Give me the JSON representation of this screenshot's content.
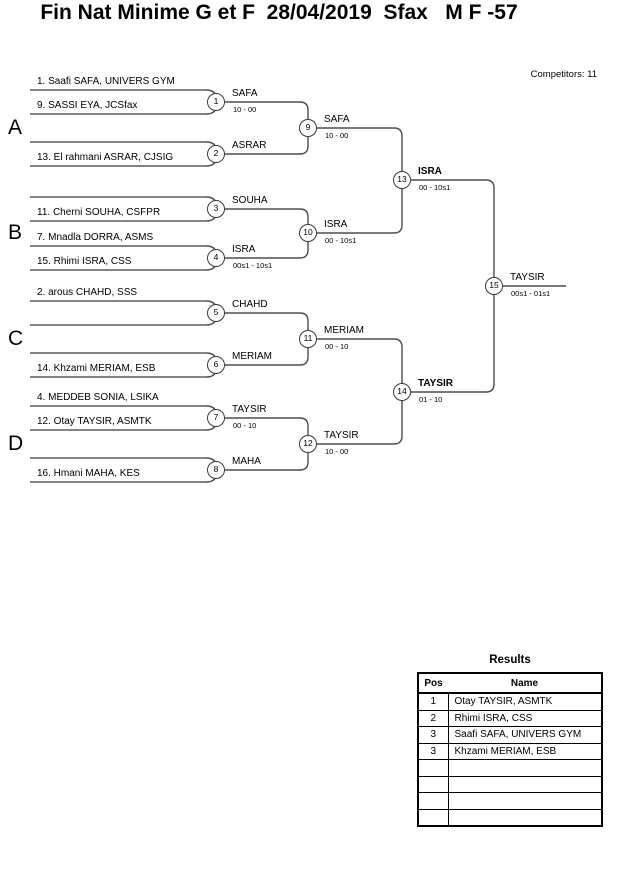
{
  "page": {
    "title": "Fin Nat Minime G et F  28/04/2019  Sfax   M F -57",
    "competitors": "Competitors: 11"
  },
  "groups": [
    "A",
    "B",
    "C",
    "D"
  ],
  "bracket": {
    "entries": [
      "1. Saafi SAFA, UNIVERS GYM",
      "9. SASSI EYA, JCSfax",
      "",
      "13. El rahmani ASRAR, CJSIG",
      "",
      "11. Cherni SOUHA, CSFPR",
      "7. Mnadla DORRA, ASMS",
      "15. Rhimi ISRA, CSS",
      "2. arous CHAHD, SSS",
      "",
      "",
      "14. Khzami MERIAM, ESB",
      "4. MEDDEB SONIA, LSIKA",
      "12. Otay TAYSIR, ASMTK",
      "",
      "16. Hmani MAHA, KES"
    ],
    "matches": [
      {
        "num": "1",
        "winner": "SAFA",
        "score": "10 - 00",
        "bold": false
      },
      {
        "num": "2",
        "winner": "ASRAR",
        "score": "",
        "bold": false
      },
      {
        "num": "3",
        "winner": "SOUHA",
        "score": "",
        "bold": false
      },
      {
        "num": "4",
        "winner": "ISRA",
        "score": "00s1 - 10s1",
        "bold": false
      },
      {
        "num": "5",
        "winner": "CHAHD",
        "score": "",
        "bold": false
      },
      {
        "num": "6",
        "winner": "MERIAM",
        "score": "",
        "bold": false
      },
      {
        "num": "7",
        "winner": "TAYSIR",
        "score": "00 - 10",
        "bold": false
      },
      {
        "num": "8",
        "winner": "MAHA",
        "score": "",
        "bold": false
      },
      {
        "num": "9",
        "winner": "SAFA",
        "score": "10 - 00",
        "bold": false
      },
      {
        "num": "10",
        "winner": "ISRA",
        "score": "00 - 10s1",
        "bold": false
      },
      {
        "num": "11",
        "winner": "MERIAM",
        "score": "00 - 10",
        "bold": false
      },
      {
        "num": "12",
        "winner": "TAYSIR",
        "score": "10 - 00",
        "bold": false
      },
      {
        "num": "13",
        "winner": "ISRA",
        "score": "00 - 10s1",
        "bold": true
      },
      {
        "num": "14",
        "winner": "TAYSIR",
        "score": "01 - 10",
        "bold": true
      },
      {
        "num": "15",
        "winner": "TAYSIR",
        "score": "00s1 - 01s1",
        "bold": false
      }
    ]
  },
  "results": {
    "title": "Results",
    "columns": [
      "Pos",
      "Name"
    ],
    "rows": [
      {
        "pos": "1",
        "name": "Otay TAYSIR, ASMTK"
      },
      {
        "pos": "2",
        "name": "Rhimi ISRA, CSS"
      },
      {
        "pos": "3",
        "name": "Saafi SAFA, UNIVERS GYM"
      },
      {
        "pos": "3",
        "name": "Khzami MERIAM, ESB"
      },
      {
        "pos": "",
        "name": ""
      },
      {
        "pos": "",
        "name": ""
      },
      {
        "pos": "",
        "name": ""
      },
      {
        "pos": "",
        "name": ""
      }
    ]
  }
}
